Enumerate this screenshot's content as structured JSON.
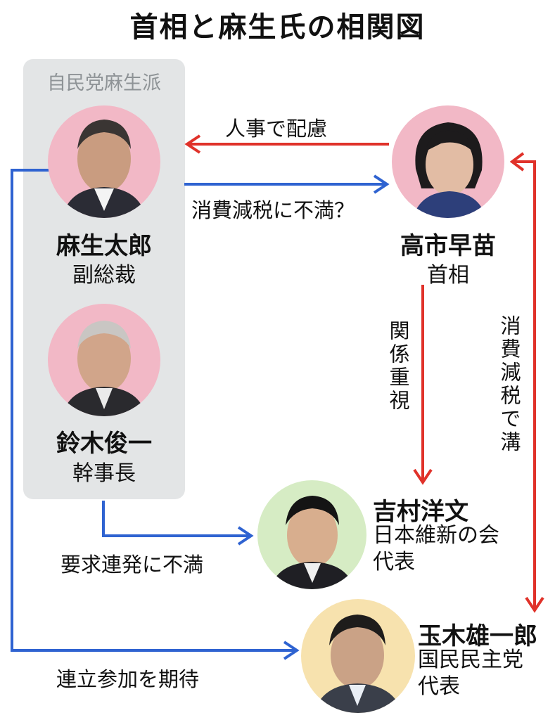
{
  "title": "首相と麻生氏の相関図",
  "faction": {
    "label": "自民党麻生派"
  },
  "people": {
    "aso": {
      "name": "麻生太郎",
      "role": "副総裁"
    },
    "suzuki": {
      "name": "鈴木俊一",
      "role": "幹事長"
    },
    "takaichi": {
      "name": "高市早苗",
      "role": "首相"
    },
    "yoshimura": {
      "name": "吉村洋文",
      "role_lines": [
        "日本維新の会",
        "代表"
      ]
    },
    "tamaki": {
      "name": "玉木雄一郎",
      "role_lines": [
        "国民民主党",
        "代表"
      ]
    }
  },
  "relations": {
    "takaichi_to_aso": "人事で配慮",
    "aso_to_takaichi": "消費減税に不満？",
    "takaichi_to_yoshimura": "関係重視",
    "takaichi_tamaki": "消費減税で溝",
    "faction_to_yoshimura": "要求連発に不満",
    "aso_to_tamaki": "連立参加を期待"
  },
  "colors": {
    "red_arrow": "#e0322a",
    "blue_arrow": "#2f63d1",
    "faction_box": "#e3e5e6",
    "pink_bg": "#f2b8c6",
    "green_bg": "#d6ecc4",
    "yellow_bg": "#f7e2ae"
  }
}
